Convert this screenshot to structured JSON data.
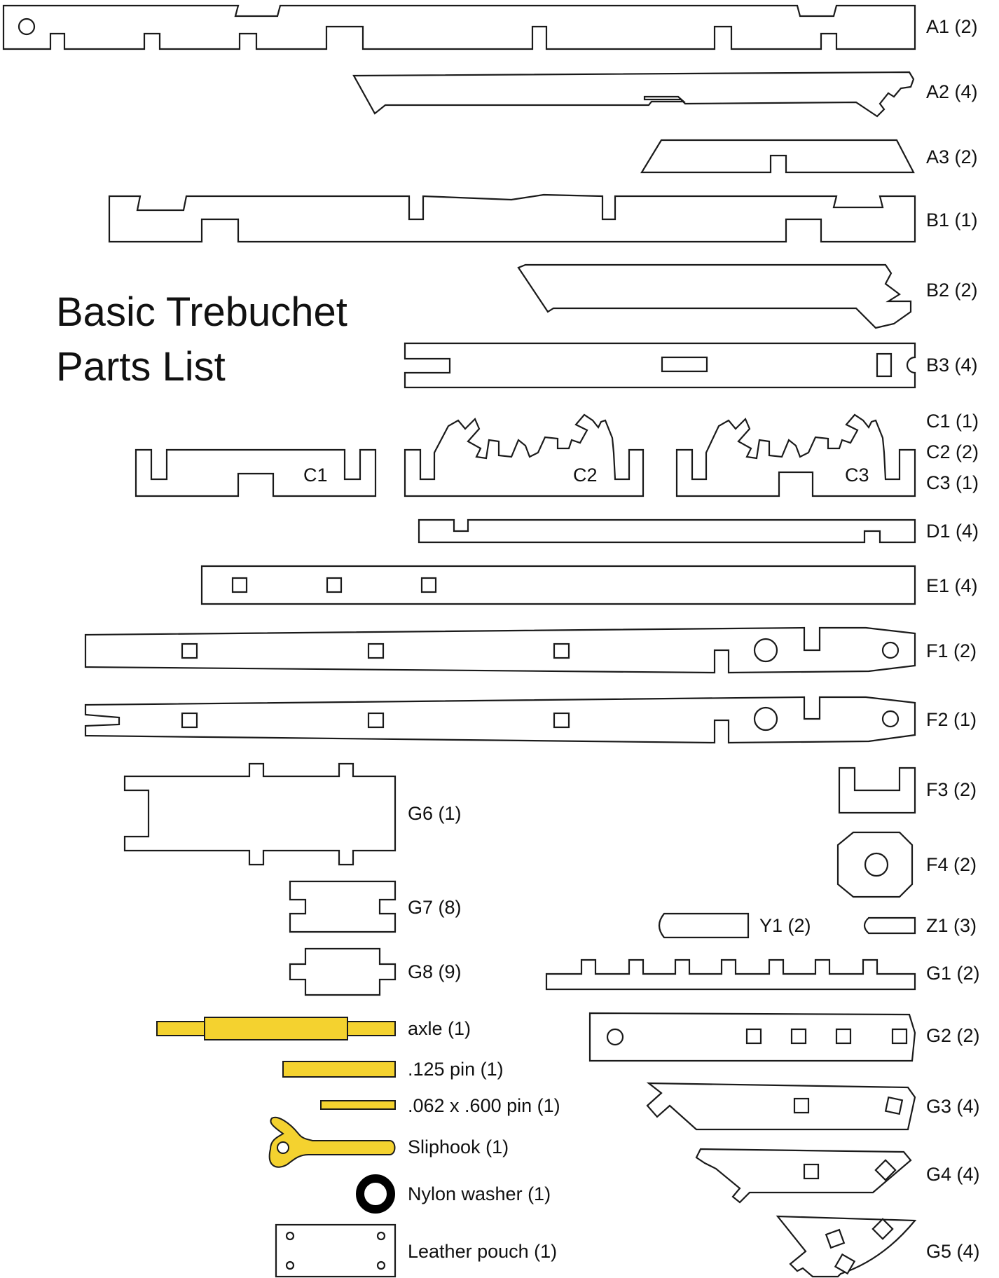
{
  "title": {
    "line1": "Basic Trebuchet",
    "line2": "Parts List"
  },
  "colors": {
    "outline": "#1a1a1a",
    "metal_part": "#f4d22f",
    "washer": "#000000",
    "background": "#ffffff"
  },
  "labels": {
    "A1": "A1 (2)",
    "A2": "A2 (4)",
    "A3": "A3 (2)",
    "B1": "B1 (1)",
    "B2": "B2 (2)",
    "B3": "B3 (4)",
    "C1": "C1 (1)",
    "C2": "C2 (2)",
    "C3": "C3 (1)",
    "D1": "D1 (4)",
    "E1": "E1 (4)",
    "F1": "F1 (2)",
    "F2": "F2 (1)",
    "F3": "F3 (2)",
    "F4": "F4 (2)",
    "G1": "G1 (2)",
    "G2": "G2 (2)",
    "G3": "G3 (4)",
    "G4": "G4 (4)",
    "G5": "G5 (4)",
    "G6": "G6 (1)",
    "G7": "G7 (8)",
    "G8": "G8 (9)",
    "Y1": "Y1 (2)",
    "Z1": "Z1 (3)",
    "axle": "axle (1)",
    "pin125": ".125 pin (1)",
    "pin062": ".062 x .600 pin (1)",
    "sliphook": "Sliphook (1)",
    "washer": "Nylon washer (1)",
    "pouch": "Leather pouch (1)"
  },
  "inner_labels": {
    "C1": "C1",
    "C2": "C2",
    "C3": "C3"
  }
}
